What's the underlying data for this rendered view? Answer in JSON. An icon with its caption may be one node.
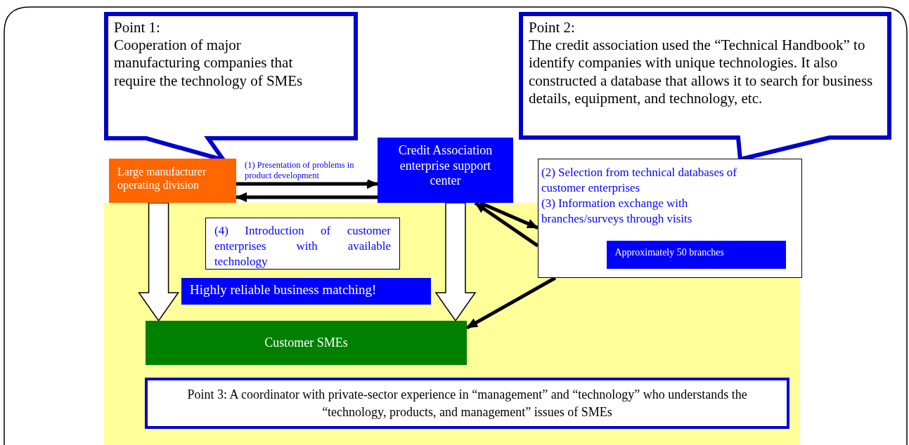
{
  "diagram": {
    "nodes": [
      {
        "text": [
          "Point 1:",
          "Cooperation of major manufacturing companies that require the technology of SMEs"
        ]
      },
      {
        "text": [
          "Point 2:",
          "The credit association used the “Technical Handbook” to identify companies with unique technologies. It also constructed a database that allows it to search for business details, equipment, and technology, etc."
        ]
      },
      {
        "text": [
          "Large manufacturer operating division"
        ]
      },
      {
        "text": [
          "Credit Association enterprise support center"
        ]
      },
      {
        "text": [
          "(2) Selection from technical databases of customer enterprises",
          "(3) Information exchange with branches/surveys through visits"
        ]
      },
      {
        "text": [
          "Approximately 50 branches"
        ],
        "in": 4
      },
      {
        "text": [
          "(4) Introduction of customer enterprises with available technology"
        ]
      },
      {
        "text": [
          "Highly reliable business matching!"
        ]
      },
      {
        "text": [
          "Customer SMEs"
        ]
      },
      {
        "text": [
          "Point 3: A coordinator with private-sector experience in “management” and “technology” who understands the “technology, products, and management” issues of SMEs"
        ]
      }
    ],
    "edges": [
      {
        "from": 2,
        "to": 3,
        "arrow": "to",
        "label": "(1) Presentation of problems in product development"
      },
      {
        "from": 3,
        "to": 2,
        "arrow": "to"
      },
      {
        "from": 3,
        "to": 4,
        "arrow": "to"
      },
      {
        "from": 4,
        "to": 3,
        "arrow": "to"
      },
      {
        "from": 4,
        "to": 8,
        "arrow": "to"
      },
      {
        "from": 2,
        "to": 8,
        "arrow": "to",
        "style": "thick"
      },
      {
        "from": 3,
        "to": 8,
        "arrow": "to",
        "style": "thick"
      }
    ]
  }
}
